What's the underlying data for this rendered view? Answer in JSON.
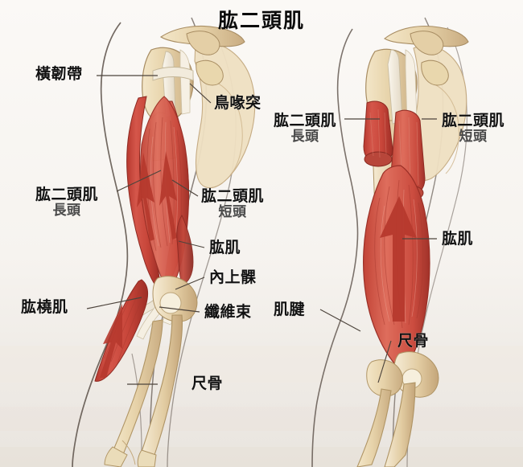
{
  "title": "肱二頭肌",
  "figures": {
    "left": {
      "name": "anterior-arm-superficial-view",
      "labels": [
        {
          "id": "transverse-ligament",
          "main": "橫韌帶",
          "sub": ""
        },
        {
          "id": "biceps-long-head-left",
          "main": "肱二頭肌",
          "sub": "長頭"
        },
        {
          "id": "brachioradialis",
          "main": "肱橈肌",
          "sub": ""
        },
        {
          "id": "coracoid-process",
          "main": "鳥喙突",
          "sub": ""
        },
        {
          "id": "biceps-short-head-left",
          "main": "肱二頭肌",
          "sub": "短頭"
        },
        {
          "id": "brachialis-left",
          "main": "肱肌",
          "sub": ""
        },
        {
          "id": "medial-epicondyle",
          "main": "內上髁",
          "sub": ""
        },
        {
          "id": "fibrous-band",
          "main": "纖維束",
          "sub": ""
        },
        {
          "id": "ulna-left",
          "main": "尺骨",
          "sub": ""
        }
      ]
    },
    "right": {
      "name": "deep-arm-brachialis-view",
      "labels": [
        {
          "id": "biceps-long-head-right",
          "main": "肱二頭肌",
          "sub": "長頭"
        },
        {
          "id": "biceps-short-head-right",
          "main": "肱二頭肌",
          "sub": "短頭"
        },
        {
          "id": "brachialis-right",
          "main": "肱肌",
          "sub": ""
        },
        {
          "id": "tendon",
          "main": "肌腱",
          "sub": ""
        },
        {
          "id": "ulna-right",
          "main": "尺骨",
          "sub": ""
        }
      ]
    }
  },
  "colors": {
    "background": "#f7f4f0",
    "muscle": "#c8463a",
    "muscle_light": "#e08a78",
    "muscle_deep": "#a8342c",
    "bone": "#e8d6b0",
    "bone_shadow": "#cbb289",
    "tendon": "#f2ece0",
    "outline": "#4a4038",
    "leader": "#5a5148",
    "text": "#111111",
    "text_sub": "#4a4a4a"
  }
}
